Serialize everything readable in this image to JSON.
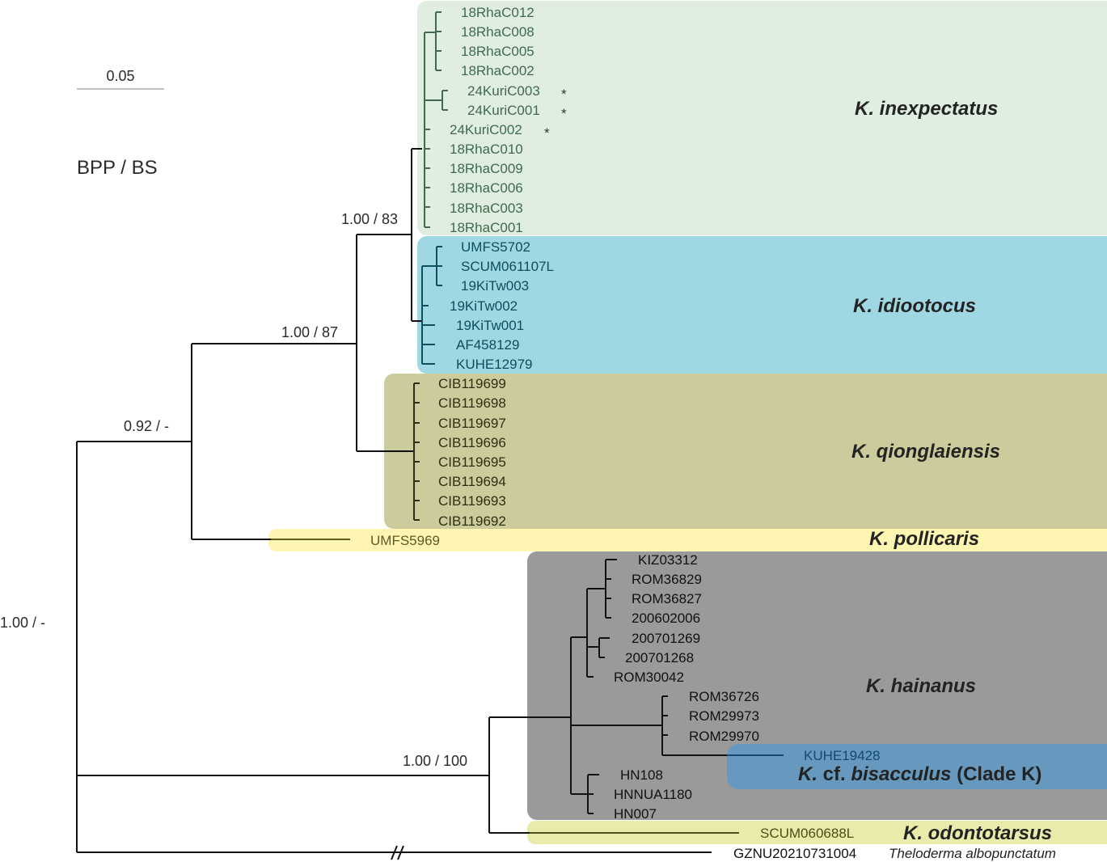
{
  "scale_bar": {
    "label": "0.05"
  },
  "legend": {
    "support_format": "BPP / BS"
  },
  "colors": {
    "inexpectatus_bg": "#e0eee1",
    "inexpectatus_fg": "#3f6b4c",
    "idiootocus_bg": "#9fd7e3",
    "idiootocus_fg": "#0d4f5c",
    "qionglaiensis_bg": "#cccb9b",
    "qionglaiensis_fg": "#2e2e12",
    "pollicaris_bg": "#fff5b3",
    "pollicaris_fg": "#5e5a22",
    "hainanus_bg": "#9a9a9a",
    "hainanus_fg": "#111111",
    "bisacculus_bg": "#6699bd",
    "bisacculus_fg": "#14496e",
    "odontotarsus_bg": "#e9ebaa",
    "odontotarsus_fg": "#4e4e1a",
    "outgroup_fg": "#111111"
  },
  "supports": {
    "root": "1.00 / -",
    "n_092": "0.92 / -",
    "n_087": "1.00 / 87",
    "n_083": "1.00 / 83",
    "n_100": "1.00 / 100"
  },
  "clades": {
    "inexpectatus": {
      "name": "K. inexpectatus",
      "tips": [
        "18RhaC012",
        "18RhaC008",
        "18RhaC005",
        "18RhaC002",
        "24KuriC003",
        "24KuriC001",
        "24KuriC002",
        "18RhaC010",
        "18RhaC009",
        "18RhaC006",
        "18RhaC003",
        "18RhaC001"
      ],
      "starred": [
        "24KuriC003",
        "24KuriC001",
        "24KuriC002"
      ]
    },
    "idiootocus": {
      "name": "K. idiootocus",
      "tips": [
        "UMFS5702",
        "SCUM061107L",
        "19KiTw003",
        "19KiTw002",
        "19KiTw001",
        "AF458129",
        "KUHE12979"
      ]
    },
    "qionglaiensis": {
      "name": "K. qionglaiensis",
      "tips": [
        "CIB119699",
        "CIB119698",
        "CIB119697",
        "CIB119696",
        "CIB119695",
        "CIB119694",
        "CIB119693",
        "CIB119692"
      ]
    },
    "pollicaris": {
      "name": "K. pollicaris",
      "tips": [
        "UMFS5969"
      ]
    },
    "hainanus": {
      "name": "K. hainanus",
      "tips": [
        "KIZ03312",
        "ROM36829",
        "ROM36827",
        "200602006",
        "200701269",
        "200701268",
        "ROM30042",
        "ROM36726",
        "ROM29973",
        "ROM29970",
        "HN108",
        "HNNUA1180",
        "HN007"
      ]
    },
    "bisacculus": {
      "name_genus": "K.",
      "name_cf": " cf. ",
      "name_species": "bisacculus",
      "name_suffix": " (Clade K)",
      "tips": [
        "KUHE19428"
      ]
    },
    "odontotarsus": {
      "name": "K. odontotarsus",
      "tips": [
        "SCUM060688L"
      ]
    },
    "outgroup": {
      "tip": "GZNU20210731004",
      "species": "Theloderma albopunctatum"
    }
  },
  "star_symbol": "*",
  "break_symbol": "//"
}
